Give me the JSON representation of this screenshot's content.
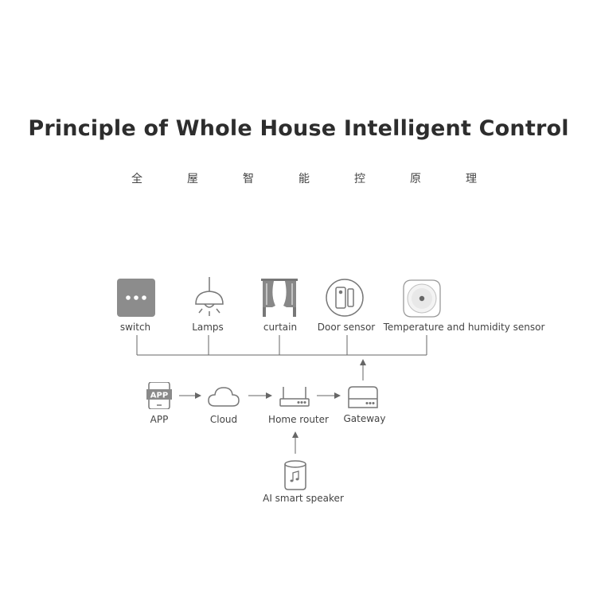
{
  "title": "Principle of Whole House Intelligent Control",
  "subtitle_chars": [
    "全",
    "屋",
    "智",
    "能",
    "控",
    "原",
    "理"
  ],
  "devices": {
    "switch": "switch",
    "lamps": "Lamps",
    "curtain": "curtain",
    "door_sensor": "Door sensor",
    "temp_sensor": "Temperature and humidity sensor"
  },
  "flow": {
    "app": "APP",
    "app_icon_text": "APP",
    "cloud": "Cloud",
    "router": "Home router",
    "gateway": "Gateway",
    "speaker": "AI smart speaker"
  },
  "colors": {
    "line": "#666666",
    "switch_fill": "#8c8c8c",
    "icon_stroke": "#777777"
  }
}
